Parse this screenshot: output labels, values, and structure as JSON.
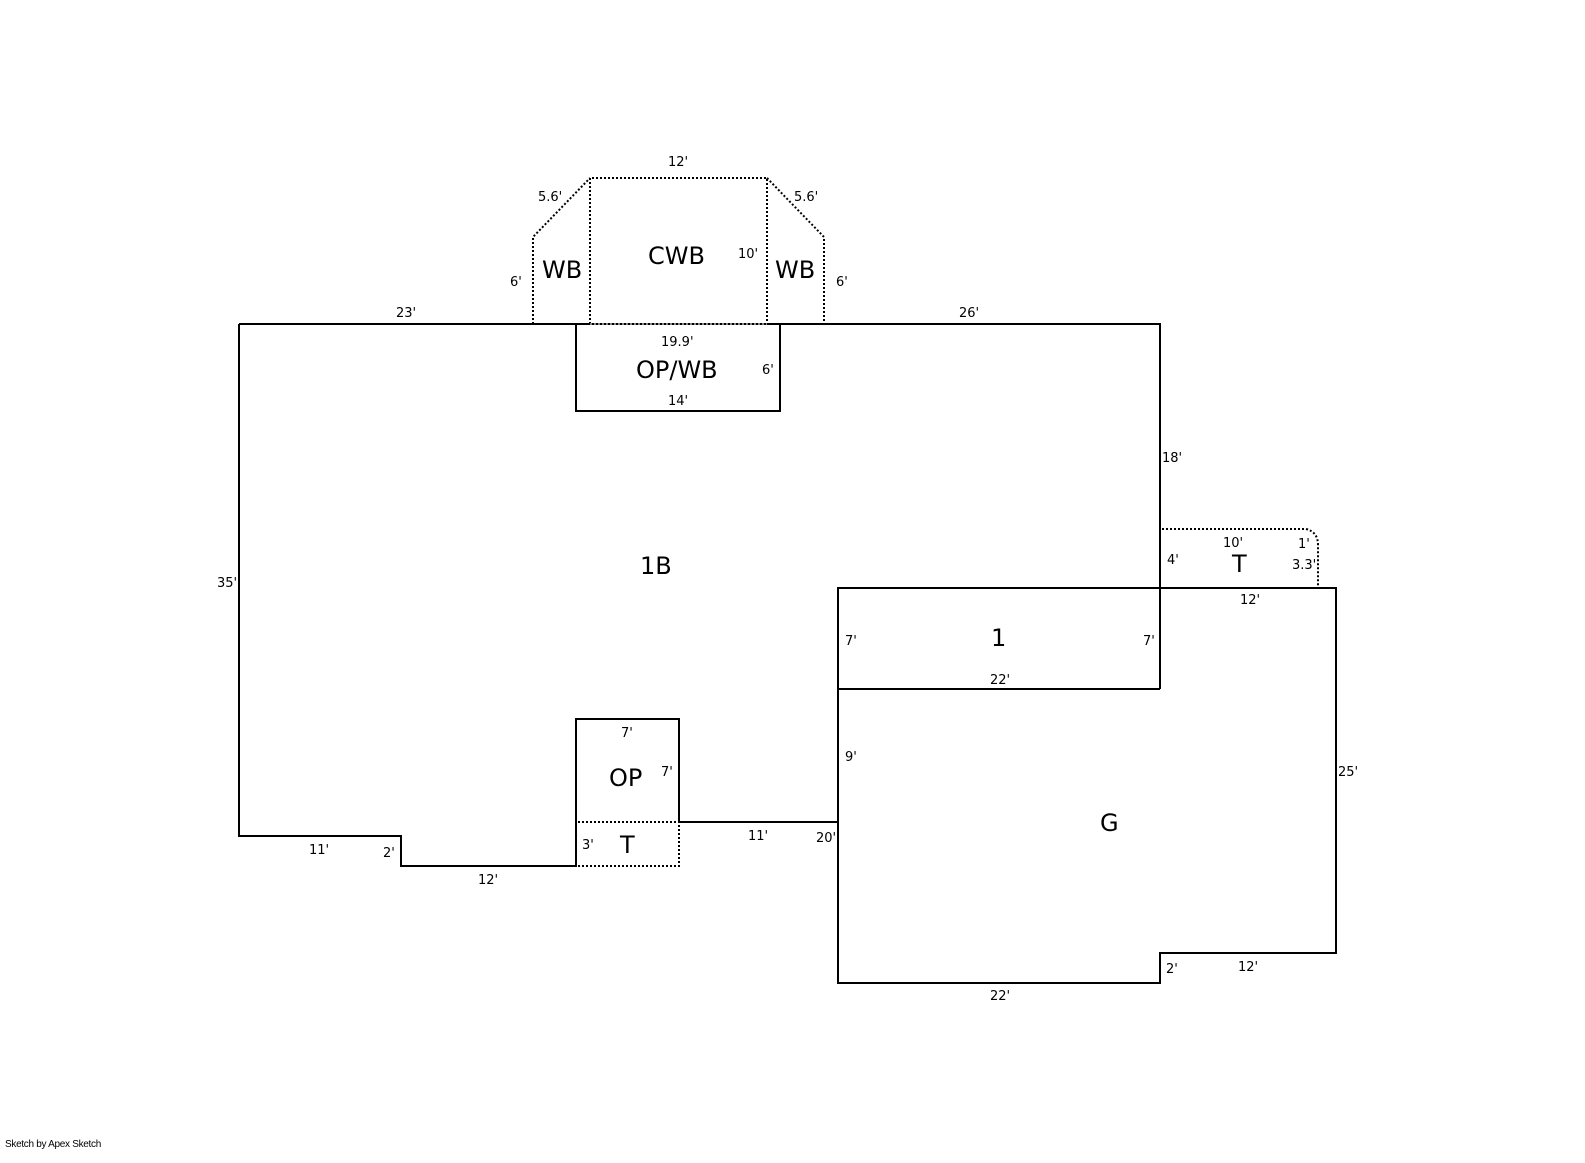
{
  "areas": {
    "b1": "1B",
    "opwb": "OP/WB",
    "cwb": "CWB",
    "wb_left": "WB",
    "wb_right": "WB",
    "first": "1",
    "garage": "G",
    "op": "OP",
    "t_lower": "T",
    "t_right": "T"
  },
  "dims": {
    "top_left": "23'",
    "top_right": "26'",
    "cwb_top": "12'",
    "wb_left_diag": "5.6'",
    "wb_right_diag": "5.6'",
    "wb_left_side": "6'",
    "wb_right_side": "6'",
    "cwb_side": "10'",
    "opwb_top": "19.9'",
    "opwb_side": "6'",
    "opwb_bottom": "14'",
    "right_18": "18'",
    "left_35": "35'",
    "t_left": "4'",
    "t_top": "10'",
    "t_corner": "1'",
    "t_side": "3.3'",
    "t_bottom": "12'",
    "first_left": "7'",
    "first_right": "7'",
    "first_bottom": "22'",
    "g_left": "9'",
    "g_right": "25'",
    "g_step": "2'",
    "g_step_w": "12'",
    "g_bottom": "22'",
    "op_top": "7'",
    "op_side": "7'",
    "t_lower_side": "3'",
    "mid_11": "11'",
    "mid_20": "20'",
    "bl_11": "11'",
    "bl_2": "2'",
    "bl_12": "12'"
  },
  "footer": "Sketch by Apex Sketch"
}
